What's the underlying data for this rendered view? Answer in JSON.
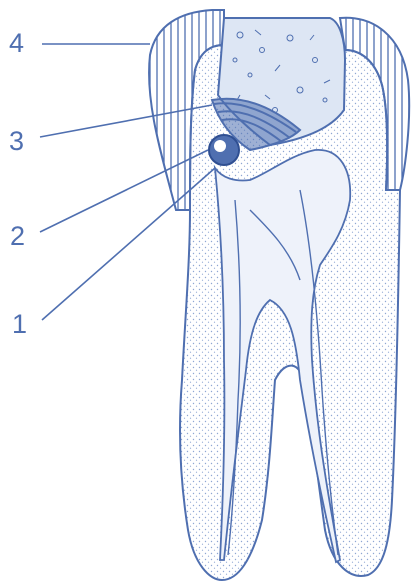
{
  "figure": {
    "stroke_color": "#4f6fb0",
    "fill_color": "#dde6f4",
    "labels": [
      {
        "id": "n4",
        "text": "4",
        "target": "carious-cavity"
      },
      {
        "id": "n3",
        "text": "3",
        "target": "sclerotic-dentin-layer"
      },
      {
        "id": "n2",
        "text": "2",
        "target": "pulp-lesion"
      },
      {
        "id": "n1",
        "text": "1",
        "target": "pulp-horn"
      }
    ]
  }
}
